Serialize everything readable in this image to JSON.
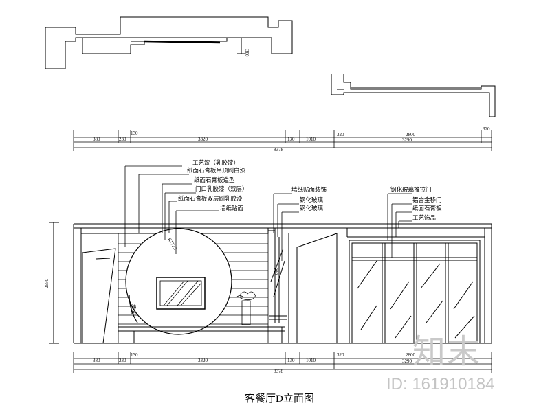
{
  "title": "客餐厅D立面图",
  "dims_top": [
    "380",
    "230",
    "130",
    "3320",
    "130",
    "1010",
    "320",
    "2800",
    "320"
  ],
  "totals_top": [
    "3290",
    "8378"
  ],
  "dims_bottom": [
    "380",
    "230",
    "130",
    "3320",
    "130",
    "1010",
    "320",
    "2800"
  ],
  "totals_bottom": [
    "3290",
    "8378"
  ],
  "height_dim": "2550",
  "plan_dim": "300",
  "labels_left": [
    "工艺漆（乳胶漆）",
    "纸面石膏板吊顶刷白漆",
    "纸面石膏板造型",
    "门口乳胶漆（双层）",
    "纸面石膏板双层刷乳胶漆",
    "墙纸贴面"
  ],
  "labels_mid": [
    "墙纸贴面装饰",
    "钢化玻璃",
    "钢化玻璃"
  ],
  "labels_right": [
    "钢化玻璃推拉门",
    "铝合金移门",
    "纸面石膏板",
    "工艺饰品"
  ],
  "circle_label": "R1725",
  "small_label": "墙纸",
  "mid_vertical_label": "800",
  "watermark": {
    "logo": "知末",
    "id": "ID: 161910184"
  }
}
